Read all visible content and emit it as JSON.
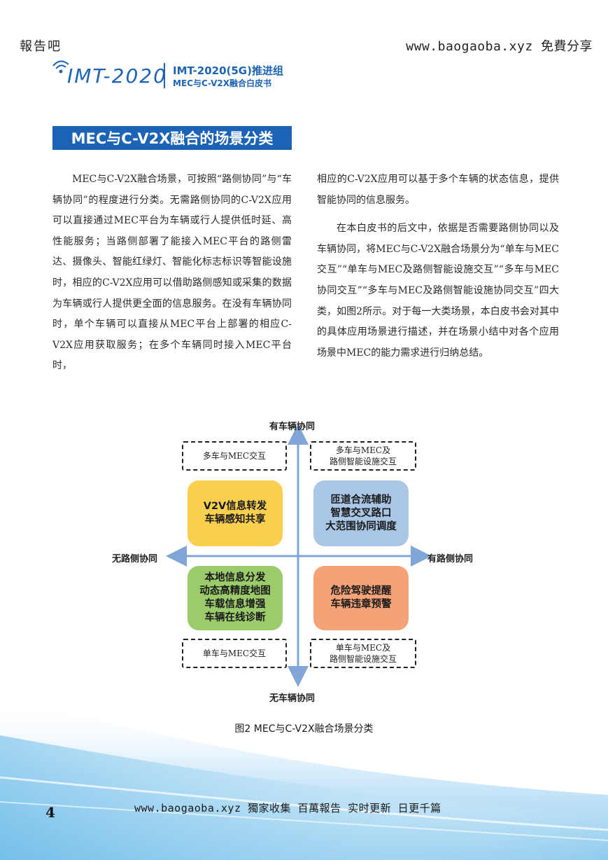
{
  "watermark": {
    "left": "報告吧",
    "right": "www.baogaoba.xyz 免費分享"
  },
  "header": {
    "logo_text": "IMT-2020",
    "org": "IMT-2020(5G)推进组",
    "doc": "MEC与C-V2X融合白皮书"
  },
  "section": {
    "title": "MEC与C-V2X融合的场景分类"
  },
  "body": {
    "left_paragraph": "MEC与C-V2X融合场景，可按照“路侧协同”与“车辆协同”的程度进行分类。无需路侧协同的C-V2X应用可以直接通过MEC平台为车辆或行人提供低时延、高性能服务；当路侧部署了能接入MEC平台的路侧雷达、摄像头、智能红绿灯、智能化标志标识等智能设施时，相应的C-V2X应用可以借助路侧感知或采集的数据为车辆或行人提供更全面的信息服务。在没有车辆协同时，单个车辆可以直接从MEC平台上部署的相应C-V2X应用获取服务；在多个车辆同时接入MEC平台时，",
    "right_paragraph_1": "相应的C-V2X应用可以基于多个车辆的状态信息，提供智能协同的信息服务。",
    "right_paragraph_2": "在本白皮书的后文中，依据是否需要路侧协同以及车辆协同，将MEC与C-V2X融合场景分为“单车与MEC交互”“单车与MEC及路侧智能设施交互”“多车与MEC协同交互”“多车与MEC及路侧智能设施协同交互”四大类，如图2所示。对于每一大类场景，本白皮书会对其中的具体应用场景进行描述，并在场景小结中对各个应用场景中MEC的能力需求进行归纳总结。"
  },
  "diagram": {
    "axis_top": "有车辆协同",
    "axis_bottom": "无车辆协同",
    "axis_left": "无路侧协同",
    "axis_right": "有路侧协同",
    "box_top_left": "多车与MEC交互",
    "box_top_right": [
      "多车与MEC及",
      "路侧智能设施交互"
    ],
    "box_bottom_left": "单车与MEC交互",
    "box_bottom_right": [
      "单车与MEC及",
      "路侧智能设施交互"
    ],
    "q_top_left": [
      "V2V信息转发",
      "车辆感知共享"
    ],
    "q_top_right": [
      "匝道合流辅助",
      "智慧交叉路口",
      "大范围协同调度"
    ],
    "q_bottom_left": [
      "本地信息分发",
      "动态高精度地图",
      "车载信息增强",
      "车辆在线诊断"
    ],
    "q_bottom_right": [
      "危险驾驶提醒",
      "车辆违章预警"
    ],
    "colors": {
      "top_left": "#f9cf50",
      "top_right": "#a9c6e6",
      "bottom_left": "#9ccb6c",
      "bottom_right": "#f4a378",
      "axis": "#7fa6d6"
    },
    "caption": "图2 MEC与C-V2X融合场景分类"
  },
  "footer": {
    "page_number": "4",
    "watermark": "www.baogaoba.xyz 獨家收集 百萬報告 实时更新 日更千篇"
  }
}
